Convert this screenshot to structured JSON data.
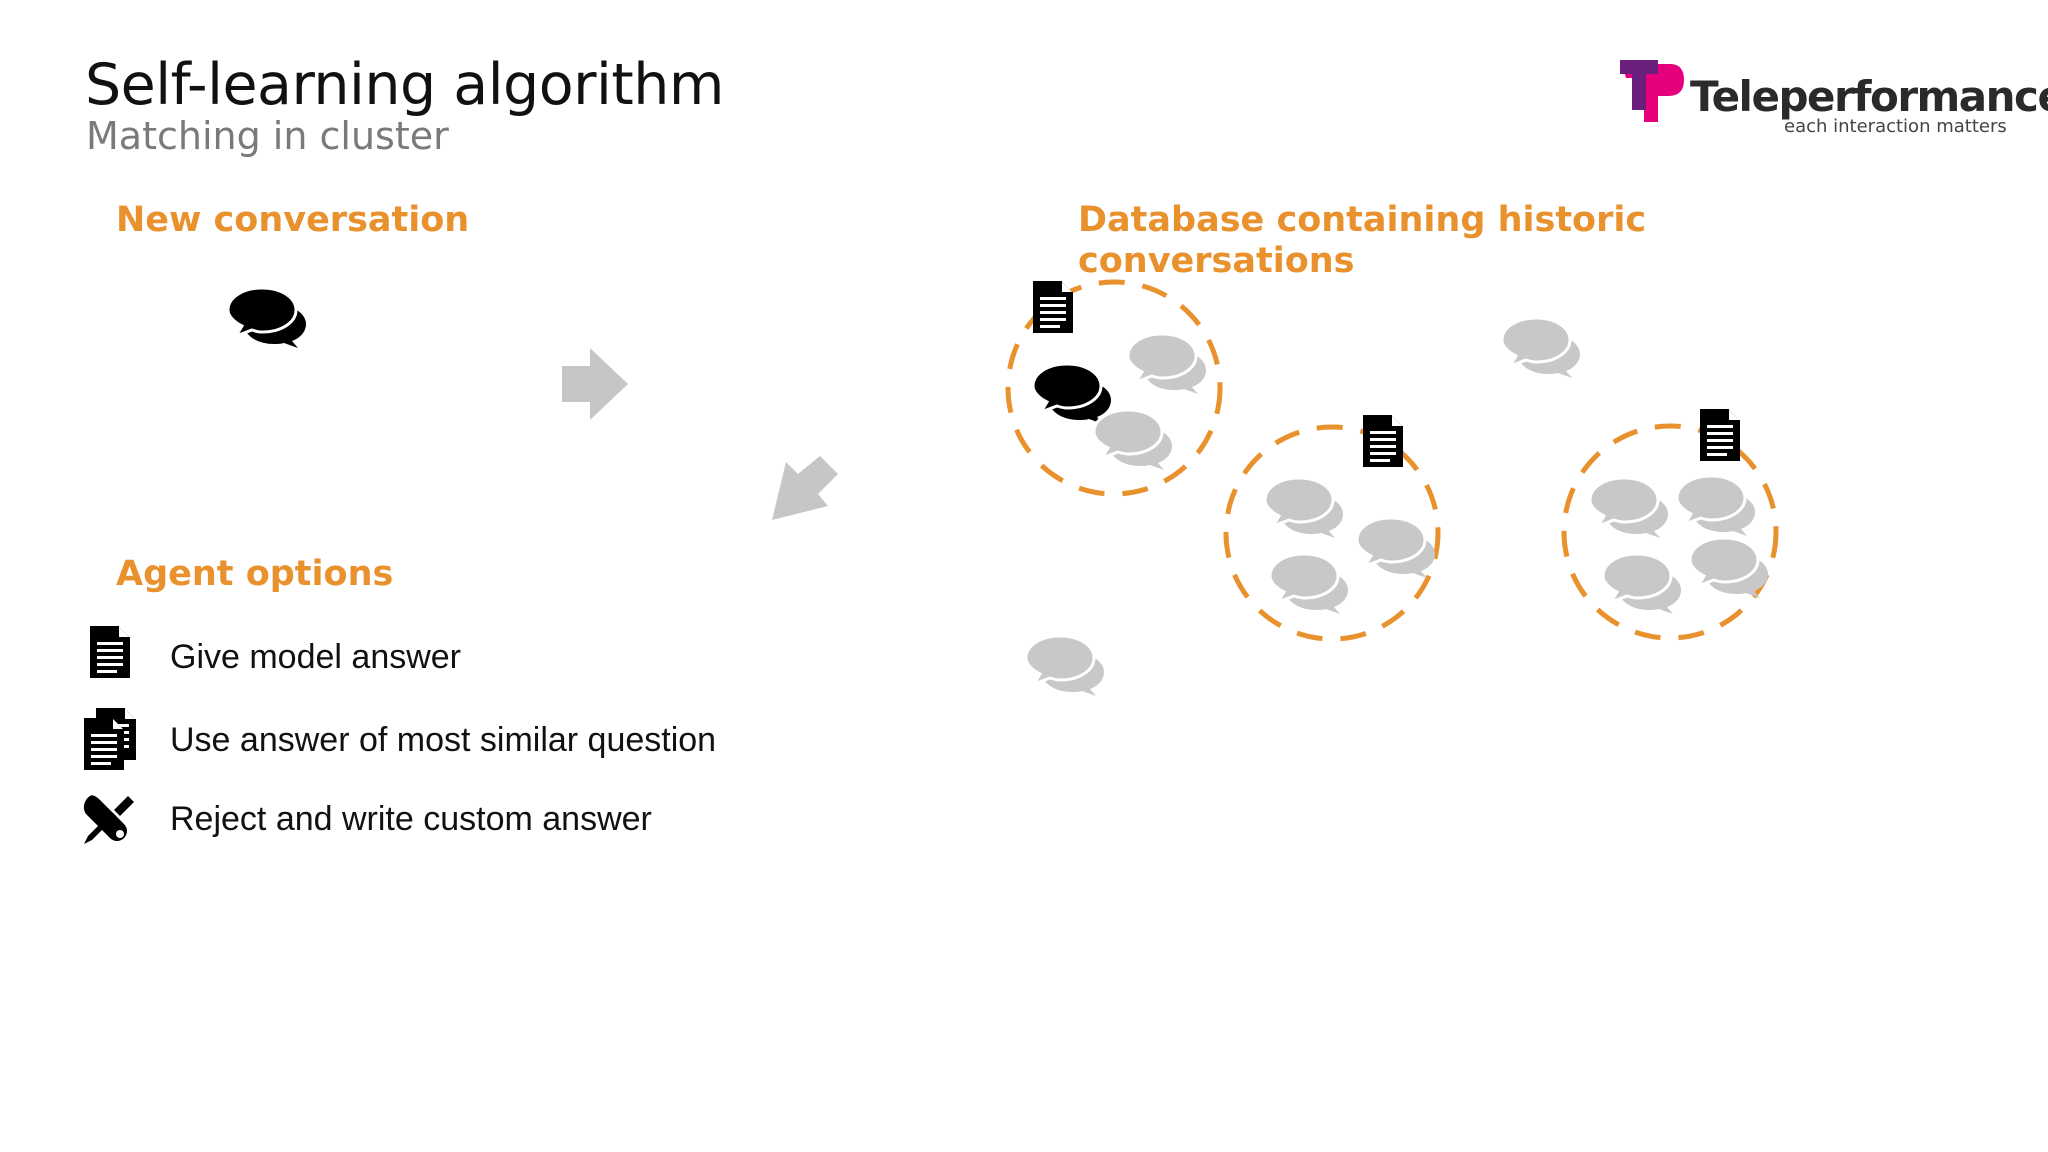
{
  "slide": {
    "title": "Self-learning algorithm",
    "subtitle": "Matching in cluster"
  },
  "logo": {
    "name": "Teleperformance",
    "tagline": "each interaction matters",
    "brand_colors": [
      "#6b1f7c",
      "#e6007e"
    ]
  },
  "sections": {
    "new_conversation": "New conversation",
    "database_line1": "Database containing historic",
    "database_line2": "conversations",
    "agent_options": "Agent options"
  },
  "agent_options": [
    {
      "icon": "document-icon",
      "label": "Give model answer"
    },
    {
      "icon": "documents-icon",
      "label": "Use answer of most similar question"
    },
    {
      "icon": "tools-icon",
      "label": "Reject and write custom answer"
    }
  ],
  "colors": {
    "accent": "#e8912d",
    "chat_active": "#000000",
    "chat_historic": "#c8c8c8",
    "arrow": "#c6c6c6"
  }
}
